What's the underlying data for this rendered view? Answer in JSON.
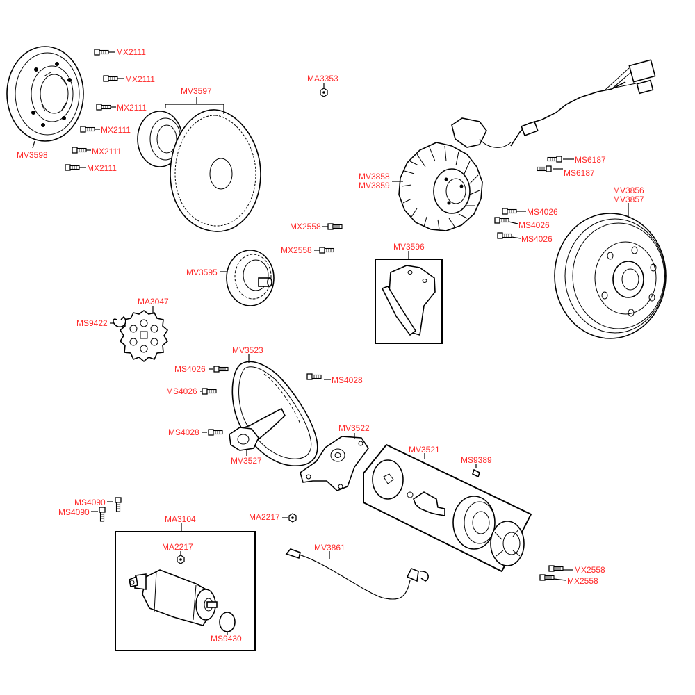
{
  "labels": {
    "MX2111": "MX2111",
    "MV3598": "MV3598",
    "MV3597": "MV3597",
    "MA3353": "MA3353",
    "MV3858": "MV3858",
    "MV3859": "MV3859",
    "MS6187": "MS6187",
    "MS4026": "MS4026",
    "MV3856": "MV3856",
    "MV3857": "MV3857",
    "MX2558": "MX2558",
    "MV3596": "MV3596",
    "MV3595": "MV3595",
    "MA3047": "MA3047",
    "MS9422": "MS9422",
    "MV3523": "MV3523",
    "MS4028": "MS4028",
    "MV3522": "MV3522",
    "MV3527": "MV3527",
    "MV3521": "MV3521",
    "MS9389": "MS9389",
    "MS4090": "MS4090",
    "MA2217": "MA2217",
    "MA3104": "MA3104",
    "MV3861": "MV3861",
    "MS9430": "MS9430"
  },
  "colors": {
    "label": "#ff2a2a",
    "line": "#000000",
    "background": "#ffffff"
  },
  "icons": [
    "bolt-icon",
    "nut-icon",
    "circlip-icon",
    "o-ring-icon"
  ]
}
